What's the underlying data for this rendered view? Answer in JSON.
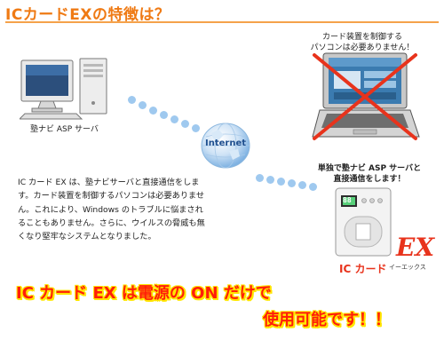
{
  "header": {
    "title": "ICカードEXの特徴は？"
  },
  "server": {
    "caption": "塾ナビ ASP サーバ"
  },
  "globe": {
    "label": "Internet"
  },
  "pc": {
    "caption_line1": "カード装置を制御する",
    "caption_line2": "パソコンは必要ありません！"
  },
  "device": {
    "caption_line1": "単独で塾ナビ ASP サーバと",
    "caption_line2": "直接通信をします！",
    "screen_text": "88",
    "brand_text": "IC カード",
    "brand_ex": "EX",
    "brand_kana": "イーエックス"
  },
  "description": "IC カード EX は、塾ナビサーバと直接通信をします。カード装置を制御するパソコンは必要ありません。これにより、Windows のトラブルに悩まされることもありません。さらに、ウイルスの脅威も無くなり堅牢なシステムとなりました。",
  "slogan": {
    "line1": "IC カード EX は電源の ON だけで",
    "line2": "使用可能です！！"
  },
  "colors": {
    "accent": "#ef7a14",
    "slogan": "#ff1e0a",
    "slogan_outline": "#ffe600",
    "dots": "#9fc9ef",
    "cross": "#e8331c"
  }
}
